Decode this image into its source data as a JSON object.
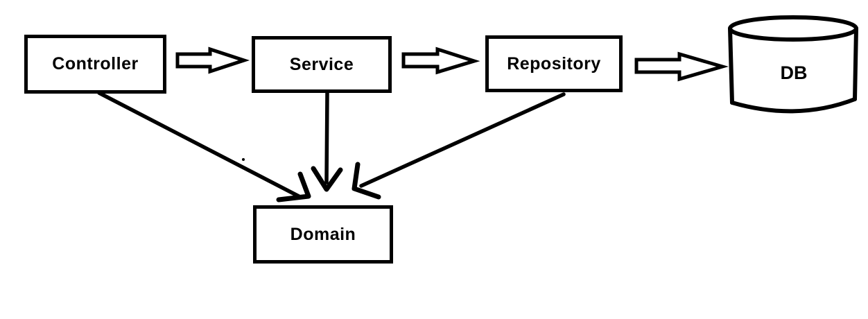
{
  "diagram": {
    "kind": "layered-architecture-diagram",
    "background_color": "#ffffff",
    "stroke_color": "#000000",
    "fill_color": "#ffffff",
    "nodes": [
      {
        "id": "controller",
        "label": "Controller",
        "shape": "rectangle"
      },
      {
        "id": "service",
        "label": "Service",
        "shape": "rectangle"
      },
      {
        "id": "repository",
        "label": "Repository",
        "shape": "rectangle"
      },
      {
        "id": "db",
        "label": "DB",
        "shape": "cylinder"
      },
      {
        "id": "domain",
        "label": "Domain",
        "shape": "rectangle"
      }
    ],
    "edges": [
      {
        "from": "controller",
        "to": "service",
        "style": "hollow-block-arrow",
        "direction": "right"
      },
      {
        "from": "service",
        "to": "repository",
        "style": "hollow-block-arrow",
        "direction": "right"
      },
      {
        "from": "repository",
        "to": "db",
        "style": "hollow-block-arrow",
        "direction": "right"
      },
      {
        "from": "controller",
        "to": "domain",
        "style": "thin-line-arrow",
        "direction": "down-right"
      },
      {
        "from": "service",
        "to": "domain",
        "style": "thin-line-arrow",
        "direction": "down"
      },
      {
        "from": "repository",
        "to": "domain",
        "style": "thin-line-arrow",
        "direction": "down-left"
      }
    ]
  }
}
